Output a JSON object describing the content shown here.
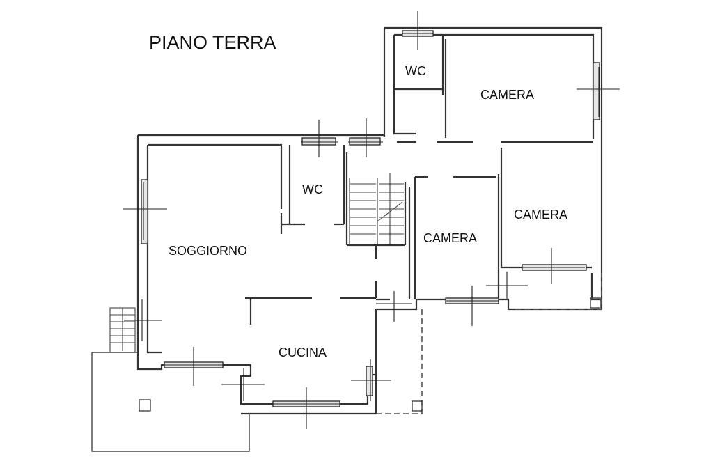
{
  "plan": {
    "title": "PIANO TERRA",
    "rooms": {
      "wc_top": "WC",
      "camera_top": "CAMERA",
      "wc_mid": "WC",
      "camera_right": "CAMERA",
      "soggiorno": "SOGGIORNO",
      "camera_center": "CAMERA",
      "cucina": "CUCINA"
    }
  }
}
